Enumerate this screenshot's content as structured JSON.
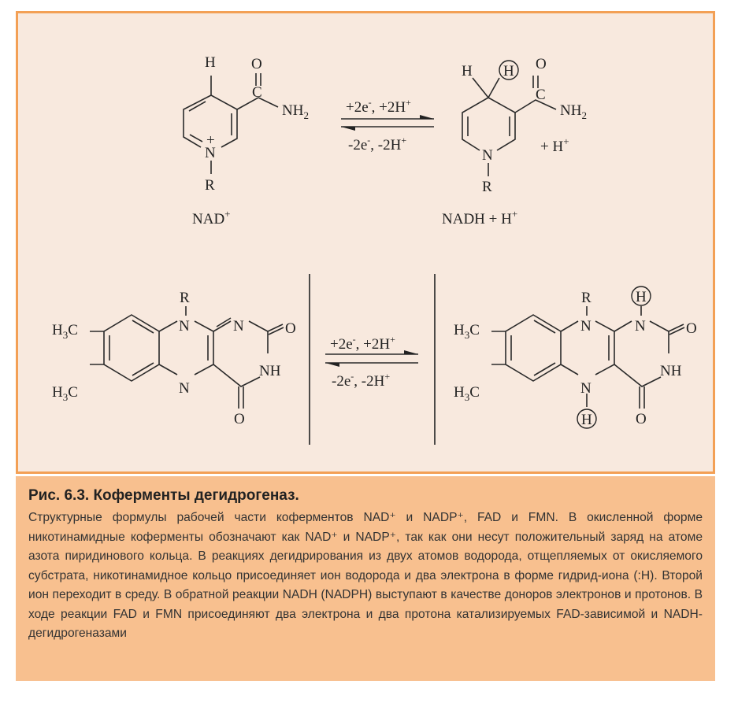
{
  "reaction1": {
    "nad": {
      "h": "H",
      "o": "O",
      "c": "C",
      "nh2": "NH",
      "nh2_sub": "2",
      "n": "N",
      "plus": "+",
      "r": "R"
    },
    "nadh": {
      "h_top": "H",
      "h_circled": "H",
      "o": "O",
      "c": "C",
      "nh2": "NH",
      "nh2_sub": "2",
      "n": "N",
      "r": "R",
      "extra_h": "+ H",
      "extra_h_sup": "+"
    },
    "forward": {
      "text": "+2e",
      "sup1": "-",
      "mid": ", +2H",
      "sup2": "+"
    },
    "reverse": {
      "text": "-2e",
      "sup1": "-",
      "mid": ", -2H",
      "sup2": "+"
    },
    "label_left": {
      "text": "NAD",
      "sup": "+"
    },
    "label_right": {
      "text": "NADH + H",
      "sup": "+"
    }
  },
  "reaction2": {
    "ox": {
      "r": "R",
      "n_top": "N",
      "n_mid": "N",
      "n_bottom": "N",
      "o_right": "O",
      "nh": "NH",
      "o_bottom": "O",
      "h3c_top": "H",
      "h3c_top_sub": "3",
      "h3c_top_c": "C",
      "h3c_bot": "H",
      "h3c_bot_sub": "3",
      "h3c_bot_c": "C"
    },
    "red": {
      "r": "R",
      "h_circled_top": "H",
      "n_top": "N",
      "n_mid": "N",
      "n_bottom": "N",
      "o_right": "O",
      "nh": "NH",
      "o_bottom": "O",
      "h_circled_bottom": "H",
      "h3c_top": "H",
      "h3c_top_sub": "3",
      "h3c_top_c": "C",
      "h3c_bot": "H",
      "h3c_bot_sub": "3",
      "h3c_bot_c": "C"
    },
    "forward": {
      "text": "+2e",
      "sup1": "-",
      "mid": ", +2H",
      "sup2": "+"
    },
    "reverse": {
      "text": "-2e",
      "sup1": "-",
      "mid": ", -2H",
      "sup2": "+"
    }
  },
  "caption": {
    "title": "Рис. 6.3. Коферменты дегидрогеназ.",
    "text": "Структурные формулы рабочей части коферментов NAD⁺ и NADP⁺, FAD и FMN. В окисленной форме никотинамидные коферменты обозначают как NAD⁺ и NADP⁺, так как они несут положительный заряд на атоме азота пиридинового кольца. В реакциях дегидрирования из двух атомов водорода, отщепляемых от окисляемого субстрата, никотинамидное кольцо присоединяет ион водорода и два электрона в форме гидрид-иона (:Н). Второй ион переходит в среду. В обратной реакции NADH (NADPH) выступают в качестве доноров электронов и протонов. В ходе реакции FAD и FMN присоединяют два электрона и два протона катализируемых FAD-зависимой и NADH-дегидрогеназами"
  },
  "colors": {
    "figure_bg": "#f8e9de",
    "figure_border": "#f3a055",
    "caption_bg": "#f8c08f"
  }
}
